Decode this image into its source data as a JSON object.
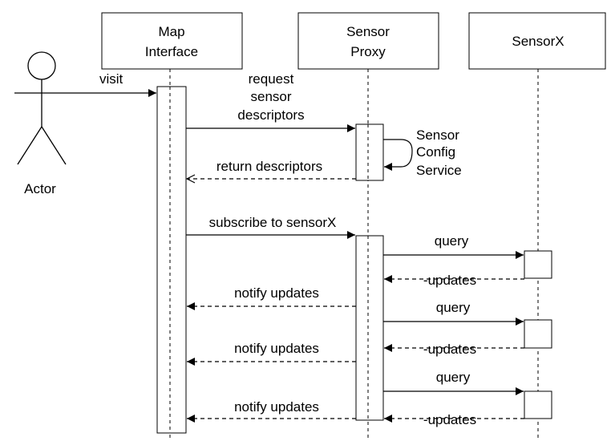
{
  "actor": {
    "label": "Actor"
  },
  "participants": [
    {
      "label_line1": "Map",
      "label_line2": "Interface"
    },
    {
      "label_line1": "Sensor",
      "label_line2": "Proxy"
    },
    {
      "label": "SensorX"
    }
  ],
  "self_call": {
    "line1": "Sensor",
    "line2": "Config",
    "line3": "Service"
  },
  "messages": [
    {
      "label": "visit"
    },
    {
      "line1": "request",
      "line2": "sensor",
      "line3": "descriptors"
    },
    {
      "label": "return descriptors"
    },
    {
      "label": "subscribe to sensorX"
    },
    {
      "label": "query"
    },
    {
      "label": "-updates"
    },
    {
      "label": "notify updates"
    },
    {
      "label": "query"
    },
    {
      "label": "-updates"
    },
    {
      "label": "notify updates"
    },
    {
      "label": "query"
    },
    {
      "label": "-updates"
    },
    {
      "label": "notify updates"
    }
  ],
  "colors": {
    "stroke": "#000000",
    "fill": "#ffffff"
  }
}
